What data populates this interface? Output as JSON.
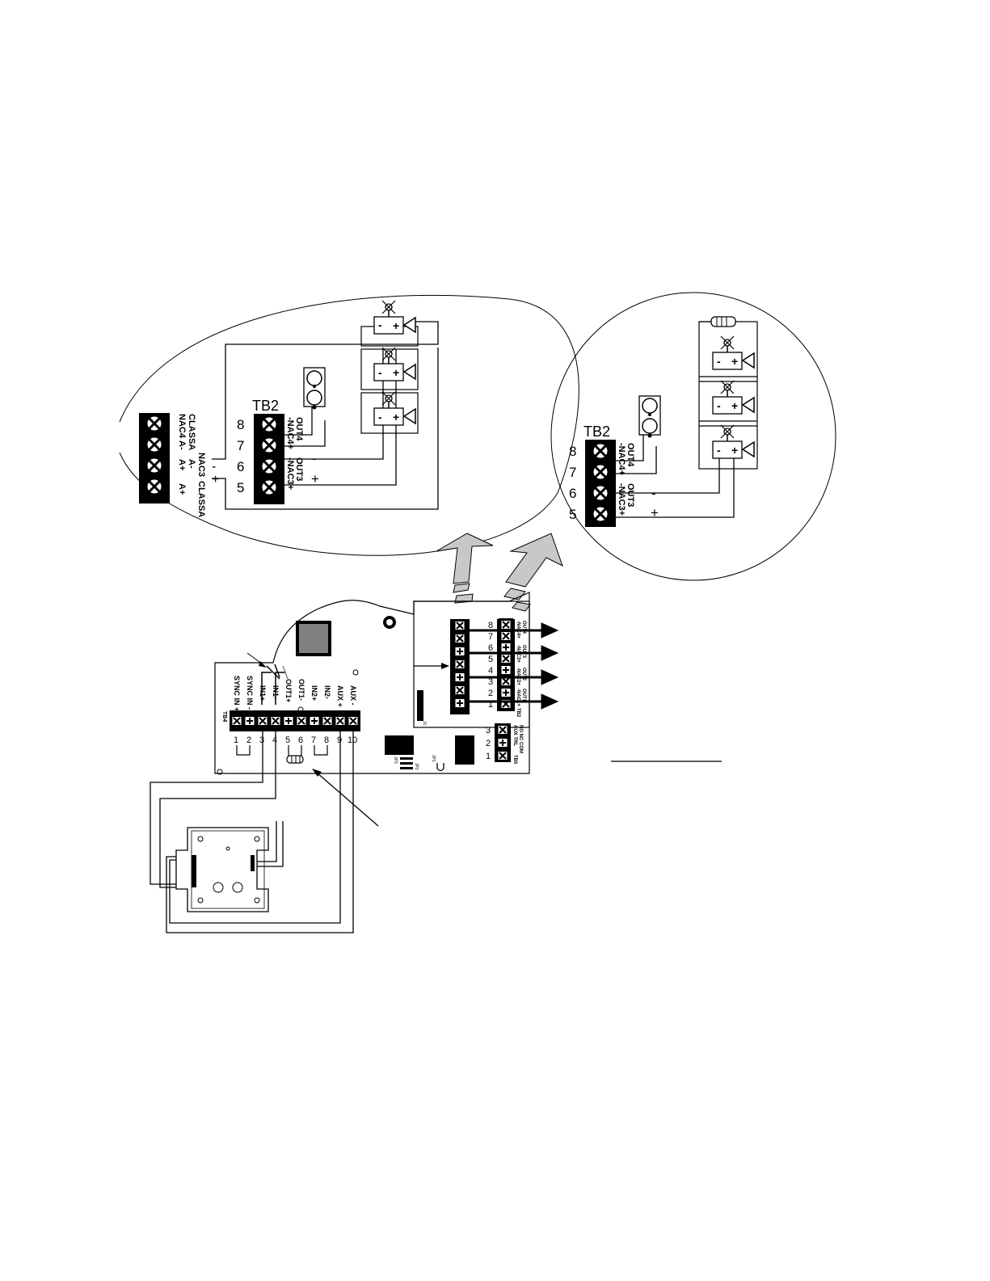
{
  "left_detail": {
    "tb2_label": "TB2",
    "term_numbers": [
      "8",
      "7",
      "6",
      "5"
    ],
    "out4_label": "OUT4",
    "out3_label": "OUT3",
    "nac4_label": "-NAC4+",
    "nac3_label": "-NAC3+",
    "minus": "-",
    "plus": "+",
    "classa_labels": [
      "NAC4",
      "CLASSA",
      "A-",
      "A+",
      "A-",
      "A+",
      "NAC3",
      "CLASSA"
    ]
  },
  "right_detail": {
    "tb2_label": "TB2",
    "term_numbers": [
      "8",
      "7",
      "6",
      "5"
    ],
    "out4_label": "OUT4",
    "out3_label": "OUT3",
    "nac4_label": "-NAC4+",
    "nac3_label": "-NAC3+",
    "minus": "-",
    "plus": "+"
  },
  "board": {
    "tb4_label": "TB4",
    "tb4_terminals": [
      "SYNC IN +",
      "SYNC IN -",
      "IN1+",
      "IN1-",
      "OUT1+",
      "OUT1-",
      "IN2+",
      "IN2-",
      "AUX +",
      "AUX -"
    ],
    "tb4_numbers": [
      "1",
      "2",
      "3",
      "4",
      "5",
      "6",
      "7",
      "8",
      "9",
      "10"
    ],
    "tb2_numbers": [
      "8",
      "7",
      "6",
      "5",
      "4",
      "3",
      "2",
      "1"
    ],
    "tb2_tag": "TB2",
    "out_labels": [
      "OUT4",
      "OUT3",
      "OUT2",
      "OUT1"
    ],
    "nac_labels": [
      "-NAC4+",
      "-NAC3+",
      "-NAC2+",
      "-NAC1+"
    ],
    "tb5_label": "TB5",
    "tb5_numbers": [
      "3",
      "2",
      "1"
    ],
    "tb5_labels": [
      "AUX TRL",
      "NO NC COM"
    ],
    "jp_labels": [
      "JP3",
      "JP2",
      "JP1",
      "J1"
    ]
  }
}
